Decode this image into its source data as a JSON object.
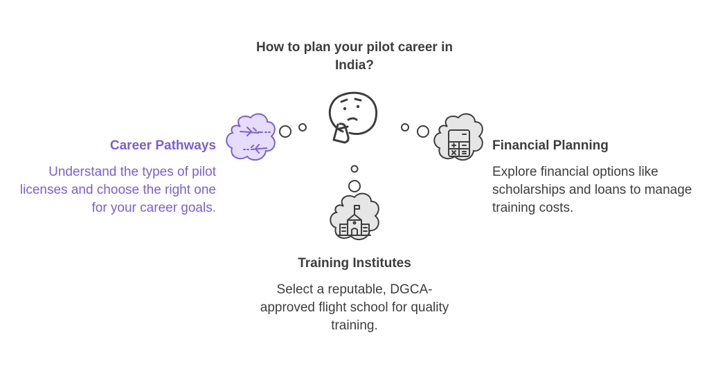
{
  "title": "How to plan your pilot career in India?",
  "nodes": {
    "career": {
      "heading": "Career Pathways",
      "description": "Understand the types of pilot licenses and choose the right one for your career goals."
    },
    "finance": {
      "heading": "Financial Planning",
      "description": "Explore financial options like scholarships and loans to manage training costs."
    },
    "training": {
      "heading": "Training Institutes",
      "description": "Select a reputable, DGCA-approved flight school for quality training."
    }
  },
  "colors": {
    "accent": "#7b5fd1",
    "accent_fill": "#e6dcfb",
    "neutral_fill": "#e6e6e6",
    "stroke": "#3d3d3d",
    "text": "#3d3d3d"
  },
  "icons": {
    "center": "thinking-face-icon",
    "career": "airplanes-icon",
    "finance": "calculator-icon",
    "training": "school-building-icon"
  }
}
